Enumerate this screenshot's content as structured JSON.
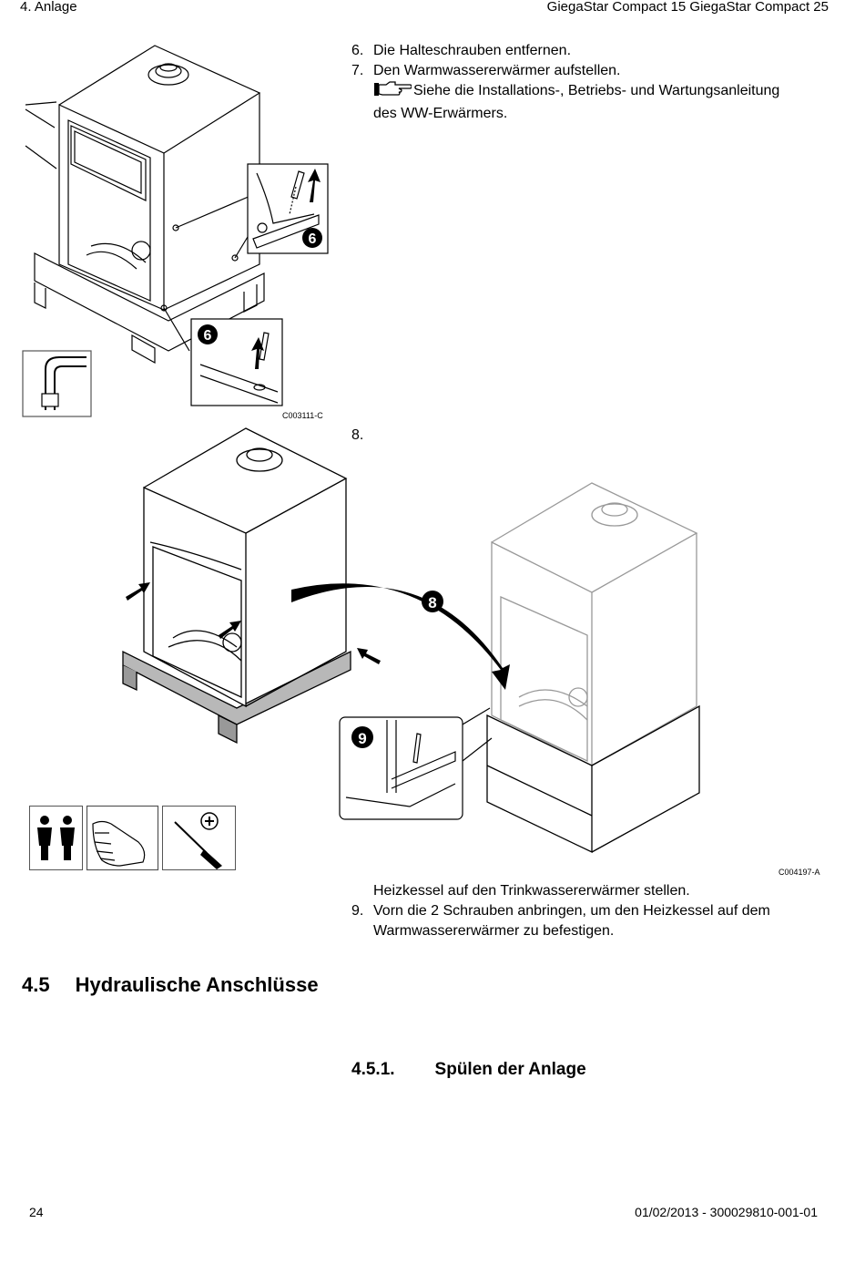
{
  "header": {
    "section": "4.  Anlage",
    "product": "GiegaStar Compact 15 GiegaStar Compact 25"
  },
  "steps_top": {
    "s6_num": "6.",
    "s6_text": "Die Halteschrauben entfernen.",
    "s7_num": "7.",
    "s7_text": "Den Warmwassererwärmer aufstellen.",
    "s7_note_line1": "Siehe die Installations-, Betriebs- und Wartungsanleitung",
    "s7_note_line2": "des WW-Erwärmers."
  },
  "figure1": {
    "code": "C003111-C",
    "callout_top": "6",
    "callout_bottom": "6",
    "icons": [
      "socket-wrench-icon"
    ]
  },
  "step8": {
    "num": "8."
  },
  "figure2": {
    "code": "C004197-A",
    "callout_arrow": "8",
    "callout_screw": "9",
    "icons": [
      "two-persons-icon",
      "gloves-icon",
      "screwdriver-icon"
    ]
  },
  "steps_bottom": {
    "s8_text": "Heizkessel auf den Trinkwassererwärmer stellen.",
    "s9_num": "9.",
    "s9_line1": "Vorn die 2 Schrauben anbringen, um den Heizkessel auf dem",
    "s9_line2": "Warmwassererwärmer zu befestigen."
  },
  "section": {
    "number": "4.5",
    "title": "Hydraulische Anschlüsse"
  },
  "subsection": {
    "number": "4.5.1.",
    "title": "Spülen der Anlage"
  },
  "footer": {
    "page": "24",
    "doc": "01/02/2013 - 300029810-001-01"
  }
}
